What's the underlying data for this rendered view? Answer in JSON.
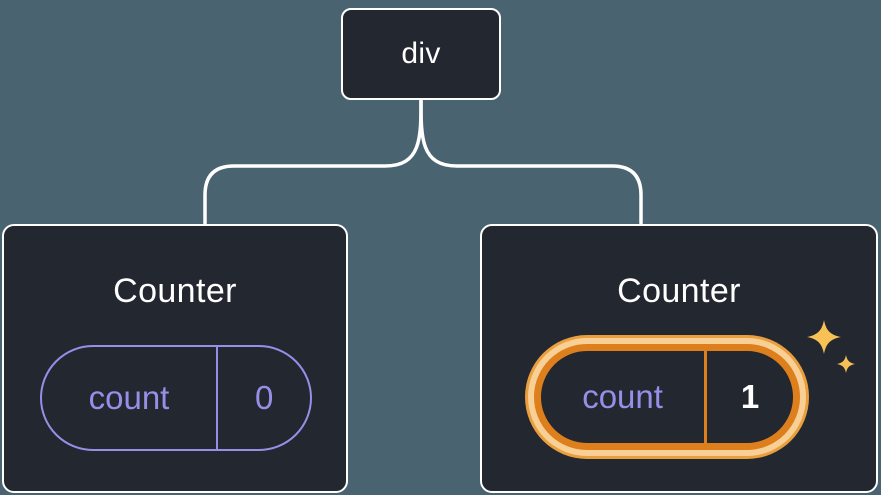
{
  "diagram": {
    "root": {
      "label": "div"
    },
    "children": [
      {
        "title": "Counter",
        "state": {
          "key": "count",
          "value": "0"
        },
        "highlighted": false
      },
      {
        "title": "Counter",
        "state": {
          "key": "count",
          "value": "1"
        },
        "highlighted": true
      }
    ],
    "icons": {
      "sparkle": "four-point-star"
    },
    "colors": {
      "canvas_background": "#4a6370",
      "node_background": "#23272f",
      "node_border": "#ffffff",
      "connector": "#ffffff",
      "title_text": "#ffffff",
      "state_accent": "#968fe8",
      "highlight_border": "#de7f1e",
      "highlight_glow": "#f8d096",
      "highlight_value_text": "#ffffff",
      "sparkle": "#f6c155"
    }
  }
}
